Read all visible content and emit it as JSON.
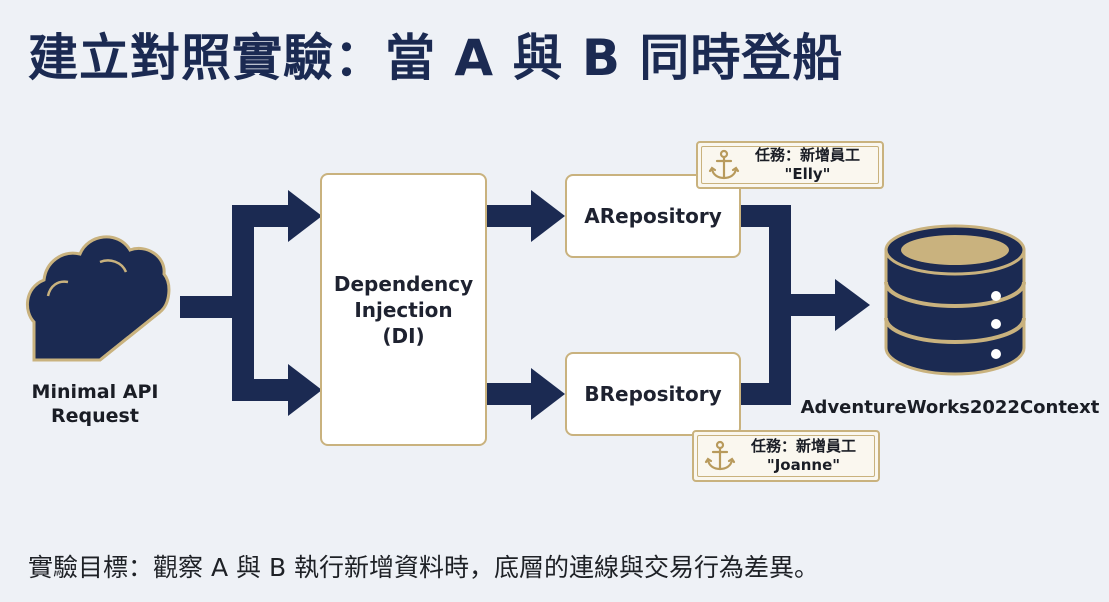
{
  "title": "建立對照實驗：當 A 與 B 同時登船",
  "nodes": {
    "request": {
      "line1": "Minimal API",
      "line2": "Request"
    },
    "di": {
      "line1": "Dependency",
      "line2": "Injection",
      "line3": "(DI)"
    },
    "repo_a": {
      "label": "ARepository"
    },
    "repo_b": {
      "label": "BRepository"
    },
    "database": {
      "label": "AdventureWorks2022Context"
    }
  },
  "tasks": {
    "a": {
      "title": "任務：新增員工",
      "name": "\"Elly\""
    },
    "b": {
      "title": "任務：新增員工",
      "name": "\"Joanne\""
    }
  },
  "footer": "實驗目標：觀察 A 與 B 執行新增資料時，底層的連線與交易行為差異。",
  "colors": {
    "navy": "#1b2a52",
    "gold": "#c9b27e",
    "background": "#eef1f6"
  },
  "icons": [
    "cloud-icon",
    "database-icon",
    "anchor-icon"
  ]
}
